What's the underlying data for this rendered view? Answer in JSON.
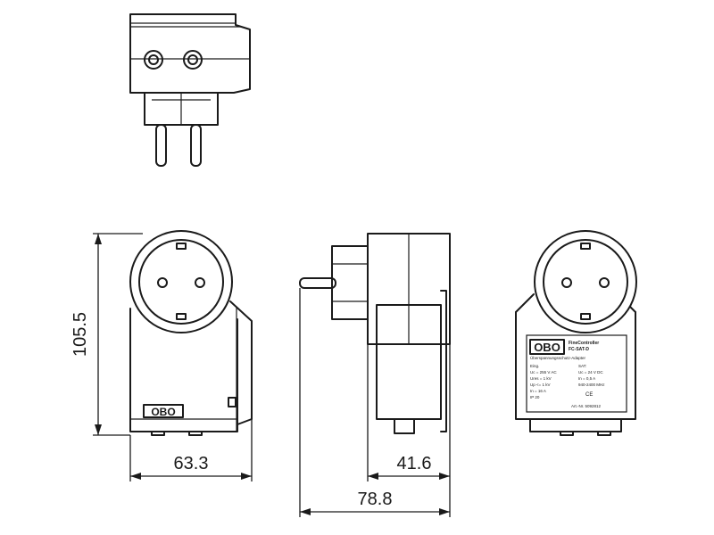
{
  "dimensions": {
    "height": "105.5",
    "front_width": "63.3",
    "side_depth": "41.6",
    "total_depth": "78.8"
  },
  "brand": {
    "logo_text": "OBO"
  },
  "label": {
    "line1": "FineController",
    "line2": "FC-SAT-D",
    "line3": "Überspannungsschutz-Adapter",
    "left_col": [
      "Eing.",
      "Uc = 255 V AC",
      "Ures = 1 kV",
      "Up <= 1 kV",
      "In = 16 A",
      "IP 20"
    ],
    "right_col": [
      "SAT:",
      "Uc = 24 V DC",
      "In = 0,5 A",
      "940-2400 MHz"
    ],
    "ce": "CE",
    "footer": "Art.-Nr. 5092812"
  }
}
